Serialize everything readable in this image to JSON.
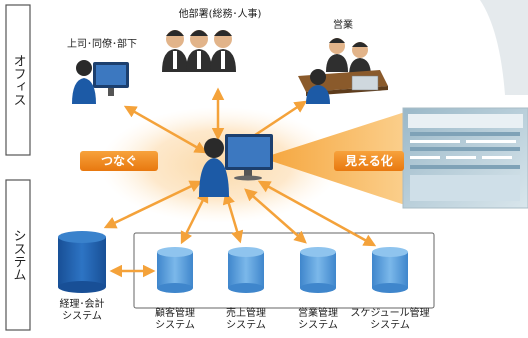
{
  "sections": {
    "office": "オフィス",
    "system": "システム"
  },
  "office_groups": {
    "boss": "上司･同僚･部下",
    "other_dept": "他部署(総務･人事)",
    "sales": "営業"
  },
  "actions": {
    "connect": "つなぐ",
    "visualize": "見える化"
  },
  "databases": [
    {
      "line1": "経理･会計",
      "line2": "システム"
    },
    {
      "line1": "顧客管理",
      "line2": "システム"
    },
    {
      "line1": "売上管理",
      "line2": "システム"
    },
    {
      "line1": "営業管理",
      "line2": "システム"
    },
    {
      "line1": "スケジュール管理",
      "line2": "システム"
    }
  ],
  "colors": {
    "accent_orange": "#f08a1c",
    "arrow_orange": "#f4a23a",
    "db_blue_dark": "#1f5da8",
    "db_blue_light": "#4f9ad8",
    "person_suit": "#2a2a2a",
    "person_blue": "#1c5aa6"
  }
}
